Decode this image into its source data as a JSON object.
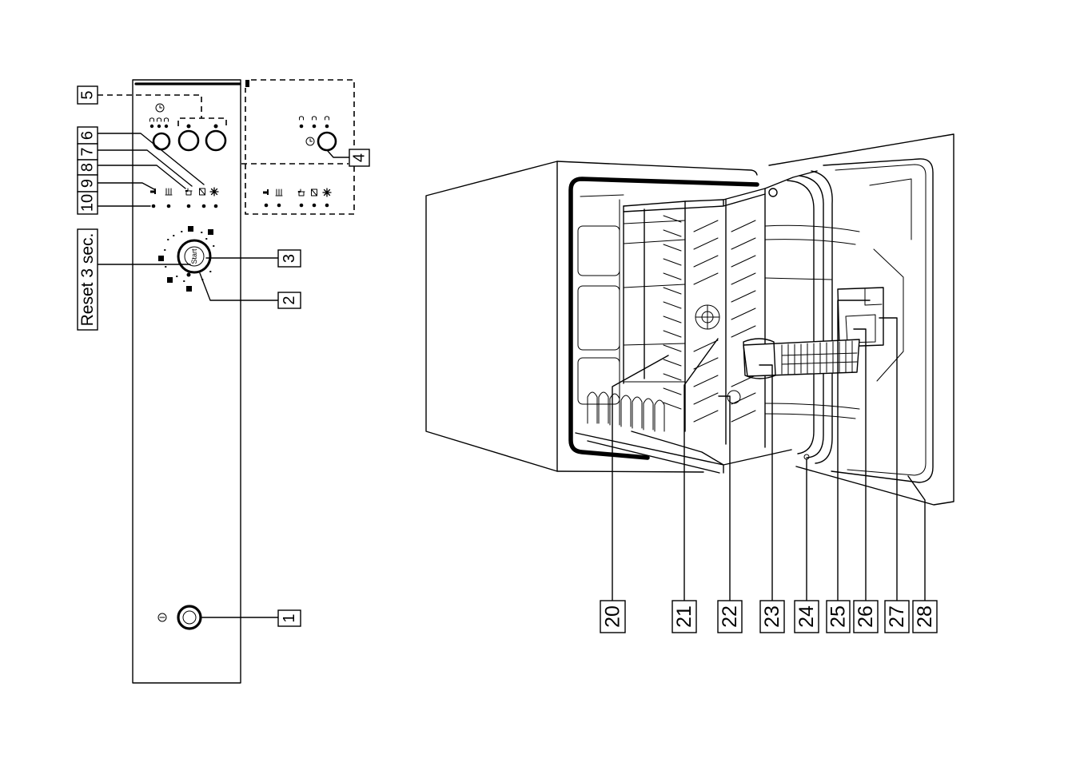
{
  "colors": {
    "ink": "#000000",
    "background": "#ffffff"
  },
  "control_panel": {
    "start_label": "Start",
    "callouts": {
      "c1": "1",
      "c2": "2",
      "c3": "3",
      "c4": "4",
      "c5": "5",
      "c6": "6",
      "c7": "7",
      "c8": "8",
      "c9": "9",
      "c10": "10",
      "reset": "Reset 3 sec."
    }
  },
  "dishwasher": {
    "callouts": [
      "20",
      "21",
      "22",
      "23",
      "24",
      "25",
      "26",
      "27",
      "28"
    ]
  }
}
